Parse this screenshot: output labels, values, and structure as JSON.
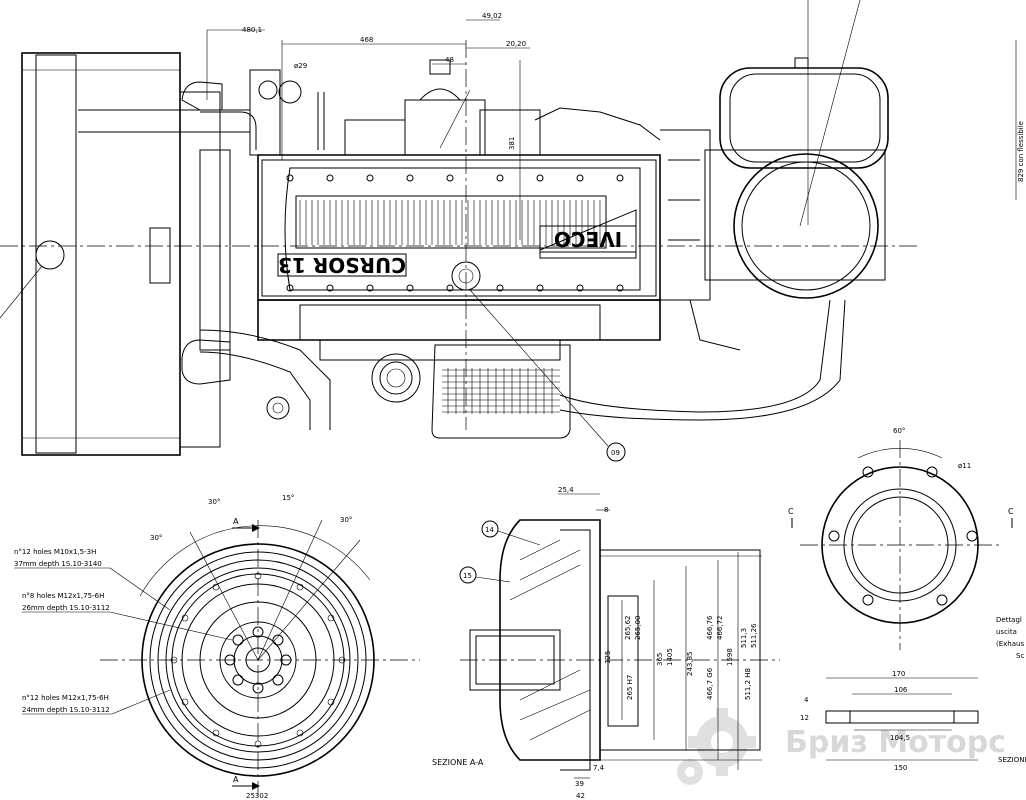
{
  "labels": {
    "brand_iveco": "IVECO",
    "brand_cursor": "CURSOR 13",
    "sezione_aa": "SEZIONE  A-A",
    "sezione_cut": "SEZIONI",
    "section_a_top": "A",
    "section_a_bottom": "A",
    "section_c_left": "C",
    "section_c_right": "C",
    "vertical_note": "829 con flessibile",
    "detail_title": "Dettagl",
    "detail_line2": "uscita",
    "detail_line3": "(Exhaus",
    "detail_line4": "Sc"
  },
  "dimensions": {
    "d480": "480,1",
    "d468": "468",
    "d4902": "49,02",
    "d2020": "20,20",
    "d48": "48",
    "d381": "381",
    "d254": "25,4",
    "d8": "8",
    "d39": "39",
    "d42": "42",
    "d74": "7,4",
    "d25302": "25302",
    "d125": "125",
    "d265h7": "265 H7",
    "d365": "365",
    "d1405": "1405",
    "d24385": "243,85",
    "d4667g6": "466,7  G6",
    "d1598": "1598",
    "d5112h8": "511,2  H8",
    "d26562": "265,62",
    "d26500": "265,00",
    "d46676": "466,76",
    "d46672": "466,72",
    "d5113": "511,3",
    "d51126": "511,26",
    "a60": "60°",
    "a30a": "30°",
    "a15": "15°",
    "a30b": "30°",
    "a30c": "30°",
    "d11": "ø11",
    "d170": "170",
    "d106": "106",
    "d1045": "104,5",
    "d150": "150",
    "d12": "12",
    "d4": "4",
    "d29": "ø29"
  },
  "callouts": {
    "c09": "09",
    "c14": "14",
    "c15": "15"
  },
  "notes": {
    "n1a": "n°12 holes M10x1,5-3H",
    "n1b": "37mm depth 1S.10-3140",
    "n2a": "n°8 holes M12x1,75-6H",
    "n2b": "26mm depth 1S.10-3112",
    "n3a": "n°12 holes M12x1,75-6H",
    "n3b": "24mm depth 1S.10-3112"
  },
  "watermark": "Бриз Моторс"
}
